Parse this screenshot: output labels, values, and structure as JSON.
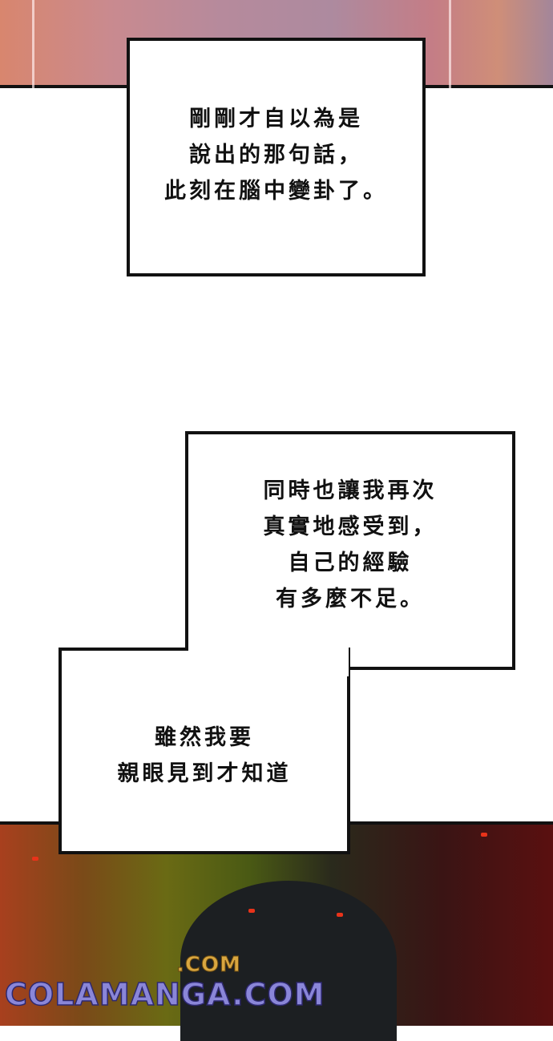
{
  "panels": {
    "box1": {
      "lines": [
        "剛剛才自以為是",
        "說出的那句話，",
        "此刻在腦中變卦了。"
      ]
    },
    "box2": {
      "lines": [
        "同時也讓我再次",
        "真實地感受到，",
        "自己的經驗",
        "有多麼不足。"
      ]
    },
    "box3": {
      "lines": [
        "雖然我要",
        "親眼見到才知道"
      ]
    }
  },
  "watermark": {
    "text": "COLAMANGA.COM",
    "text_top": ".COM"
  }
}
